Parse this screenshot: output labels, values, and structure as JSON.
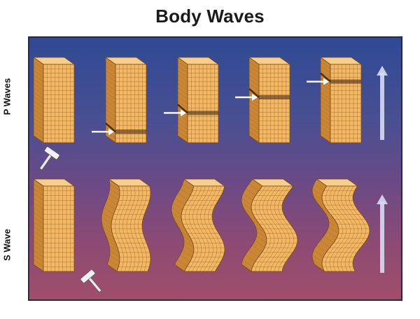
{
  "title": "Body Waves",
  "rows": [
    {
      "label": "P Waves",
      "type": "compression"
    },
    {
      "label": "S Wave",
      "type": "shear"
    }
  ],
  "colors": {
    "block_front": "#f2b866",
    "block_side": "#c98634",
    "block_top": "#f7cf88",
    "grid_line": "#9a6420",
    "arrow": "#ffffff",
    "propagation_arrow": "#d6dcf2"
  }
}
